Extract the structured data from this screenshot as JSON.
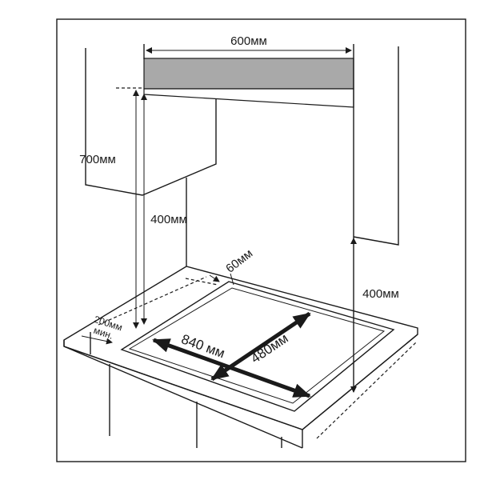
{
  "labels": {
    "hood_width": "600мм",
    "cabinet_height": "700мм",
    "hood_clearance": "400мм",
    "side_wall_clearance": "400мм",
    "back_gap": "60мм",
    "front_gap": "200мм",
    "front_gap_suffix": "мин.",
    "cutout_length": "840 мм",
    "cutout_depth": "480мм"
  },
  "colors": {
    "hood_fill": "#a9a9a9",
    "line": "#1a1a1a",
    "background": "#ffffff"
  }
}
